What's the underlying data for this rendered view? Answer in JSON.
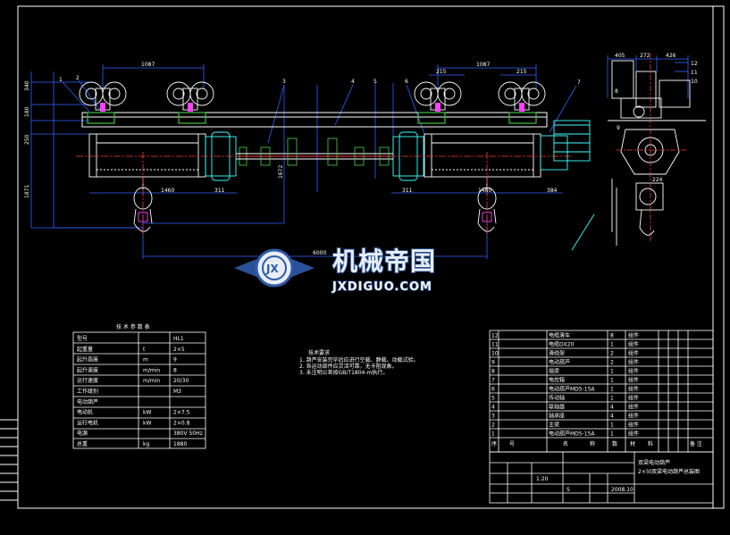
{
  "colors": {
    "background": "#000000",
    "outline": "#ffffff",
    "dimension": "#2f63ff",
    "center_line": "#ff3b3b",
    "motor": "#40ffff",
    "bracket": "#40c040",
    "accent": "#ff40ff",
    "watermark_blue": "#2f5aa8"
  },
  "dims": {
    "top_left": "1087",
    "top_right": "1087",
    "wheel_a": "215",
    "wheel_b": "215",
    "left_v1": "340",
    "left_v2": "180",
    "left_v3": "250",
    "left_v4": "1871",
    "mid_v": "1672",
    "hoist_left_1": "1460",
    "hoist_left_2": "311",
    "hoist_right_1": "311",
    "hoist_right_2": "1460",
    "hoist_right_3": "384",
    "span": "6000",
    "side_1": "405",
    "side_2": "272",
    "side_3": "426",
    "side_r1": "12",
    "side_r2": "11",
    "side_r3": "10",
    "side_9": "9",
    "side_8": "8",
    "side_24": "224"
  },
  "callouts": [
    "1",
    "2",
    "3",
    "4",
    "5",
    "6",
    "7"
  ],
  "spec_table": {
    "title": "技 术 参 数 表",
    "rows": [
      [
        "型号",
        "",
        "HL1"
      ],
      [
        "起重量",
        "t",
        "2×5"
      ],
      [
        "起升高度",
        "m",
        "9"
      ],
      [
        "起升速度",
        "m/min",
        "8"
      ],
      [
        "运行速度",
        "m/min",
        "20/30"
      ],
      [
        "工作级别",
        "",
        "M3"
      ],
      [
        "电动葫芦",
        "",
        ""
      ],
      [
        "电动机",
        "kW",
        "2×7.5"
      ],
      [
        "运行电机",
        "kW",
        "2×0.8"
      ],
      [
        "电源",
        "",
        "380V 50Hz"
      ],
      [
        "总重",
        "kg",
        "1880"
      ]
    ]
  },
  "notes": {
    "title": "技术要求",
    "lines": [
      "1. 葫芦安装完毕后应进行空载、静载、动载试验。",
      "2. 各运动部件应灵活可靠，无卡阻现象。",
      "3. 未注明公差按GB/T1804-m执行。"
    ]
  },
  "parts_table": {
    "rows": [
      [
        "12",
        "电缆滑车",
        "8",
        "组件",
        "",
        "",
        "",
        ""
      ],
      [
        "11",
        "电缆DX20",
        "1",
        "组件",
        "",
        "",
        "",
        ""
      ],
      [
        "10",
        "滑线架",
        "2",
        "组件",
        "",
        "",
        "",
        ""
      ],
      [
        "9",
        "电动葫芦",
        "2",
        "组件",
        "",
        "",
        "",
        ""
      ],
      [
        "8",
        "端梁",
        "1",
        "组件",
        "",
        "",
        "",
        ""
      ],
      [
        "7",
        "电控箱",
        "1",
        "组件",
        "",
        "",
        "",
        ""
      ],
      [
        "6",
        "电动葫芦MD5-15A",
        "1",
        "组件",
        "",
        "",
        "",
        ""
      ],
      [
        "5",
        "传动轴",
        "1",
        "组件",
        "",
        "",
        "",
        ""
      ],
      [
        "4",
        "联轴器",
        "4",
        "组件",
        "",
        "",
        "",
        ""
      ],
      [
        "3",
        "轴承座",
        "4",
        "组件",
        "",
        "",
        "",
        ""
      ],
      [
        "2",
        "主梁",
        "1",
        "组件",
        "",
        "",
        "",
        ""
      ],
      [
        "1",
        "电动葫芦MD5-15A",
        "1",
        "组件",
        "",
        "",
        "",
        ""
      ]
    ],
    "header": [
      "序",
      "号",
      "名",
      "称",
      "数",
      "材",
      "料",
      "备 注"
    ]
  },
  "title_block": {
    "drawing_title": "双梁电动葫芦",
    "drawing_sub": "2×5t双梁电动葫芦总装图",
    "scale": "1:20",
    "sheet": "S",
    "date": "2008.10"
  },
  "watermark": {
    "cn": "机械帝国",
    "en": "JXDIGUO.COM",
    "logo": "JX"
  }
}
